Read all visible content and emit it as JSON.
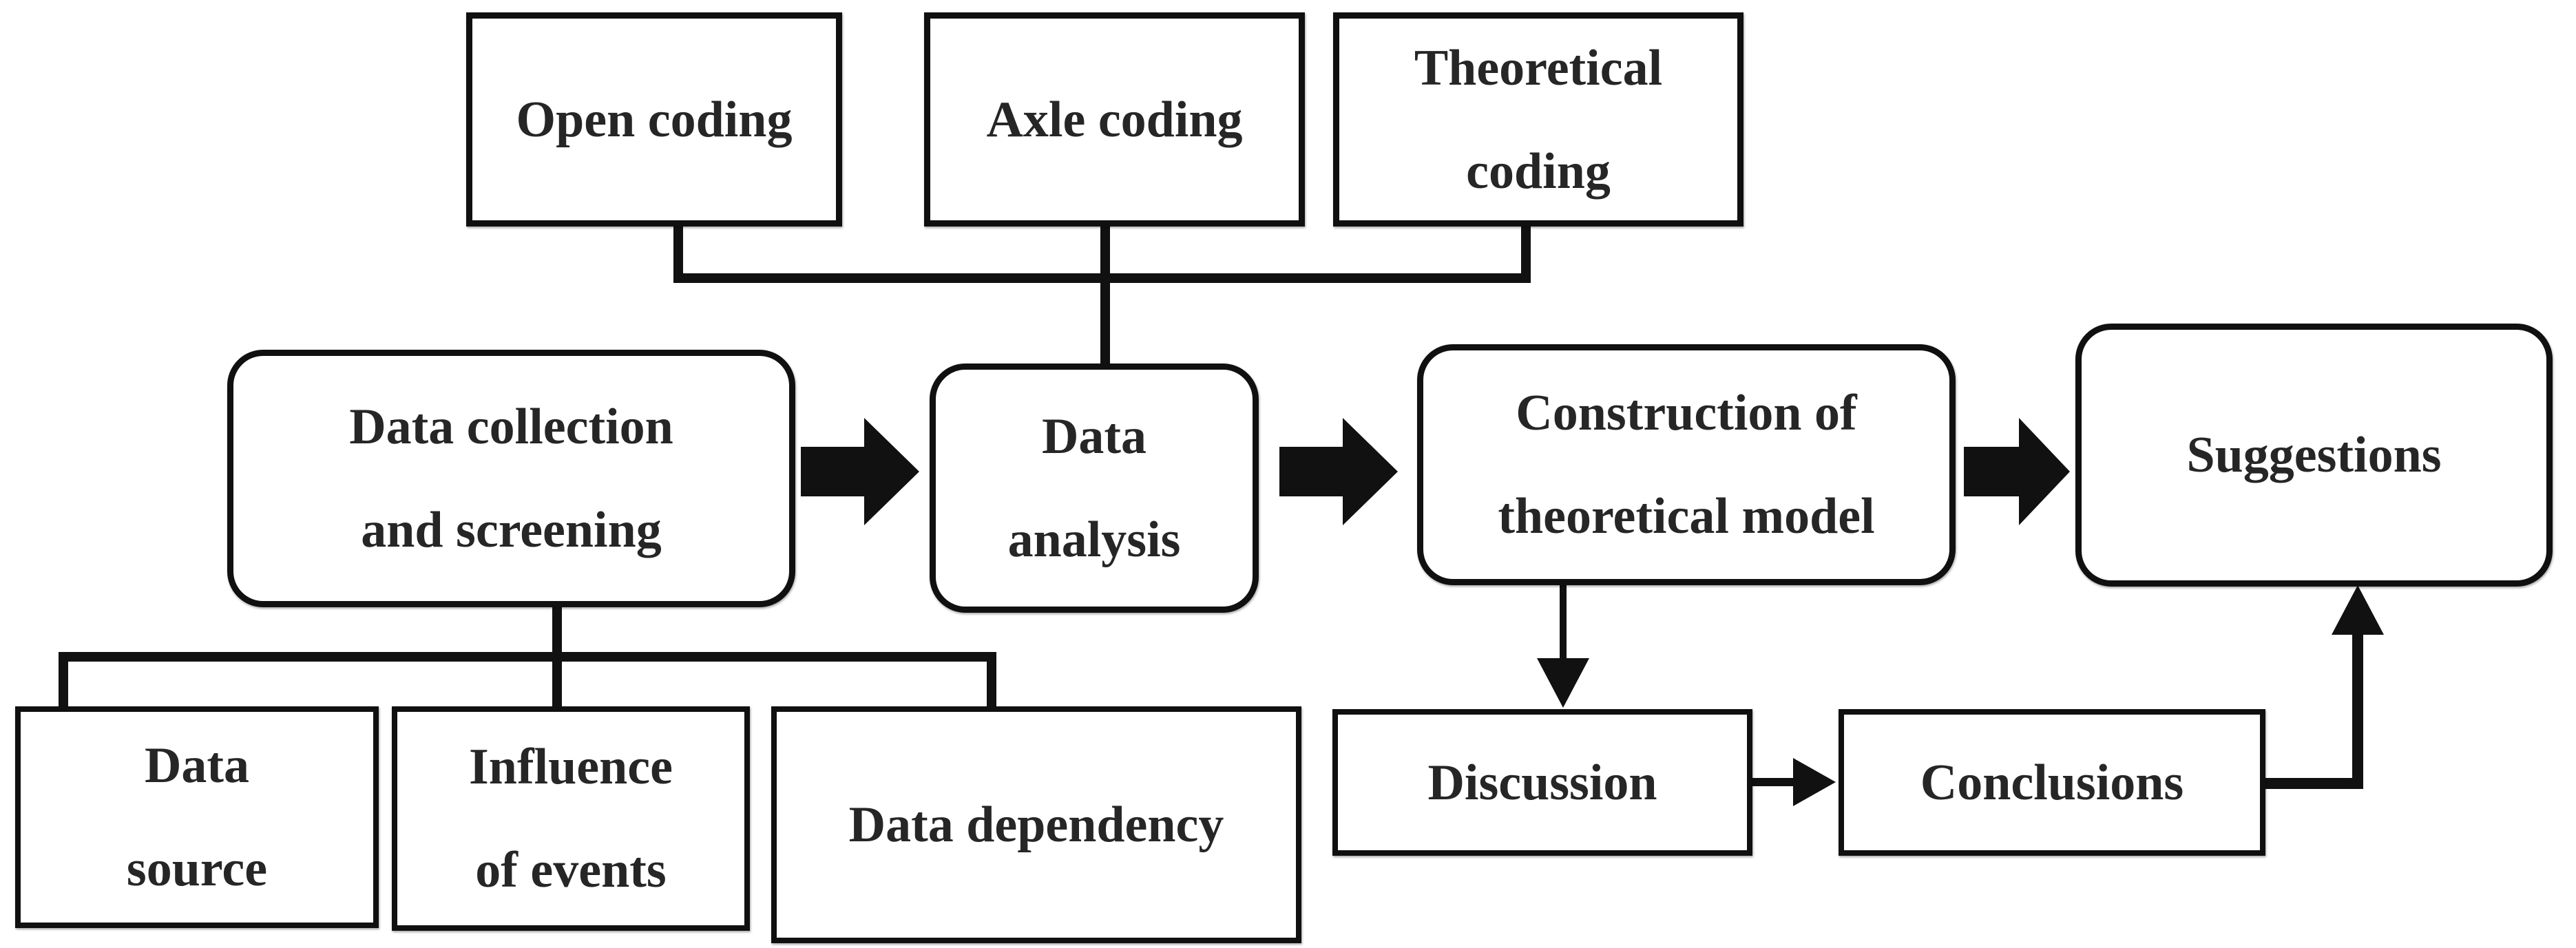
{
  "figure": {
    "background": "#ffffff",
    "line_color": "#111111",
    "text_color": "#262626",
    "nodes": {
      "open_coding": {
        "label": "Open coding"
      },
      "axle_coding": {
        "label": "Axle coding"
      },
      "theoretical_coding": {
        "line1": "Theoretical",
        "line2": "coding"
      },
      "data_collection": {
        "line1": "Data collection",
        "line2": "and screening"
      },
      "data_analysis": {
        "line1": "Data",
        "line2": "analysis"
      },
      "construction": {
        "line1": "Construction of",
        "line2": "theoretical model"
      },
      "suggestions": {
        "label": "Suggestions"
      },
      "data_source": {
        "line1": "Data",
        "line2": "source"
      },
      "influence_of_events": {
        "line1": "Influence",
        "line2": "of events"
      },
      "data_dependency": {
        "label": "Data dependency"
      },
      "discussion": {
        "label": "Discussion"
      },
      "conclusions": {
        "label": "Conclusions"
      }
    }
  }
}
